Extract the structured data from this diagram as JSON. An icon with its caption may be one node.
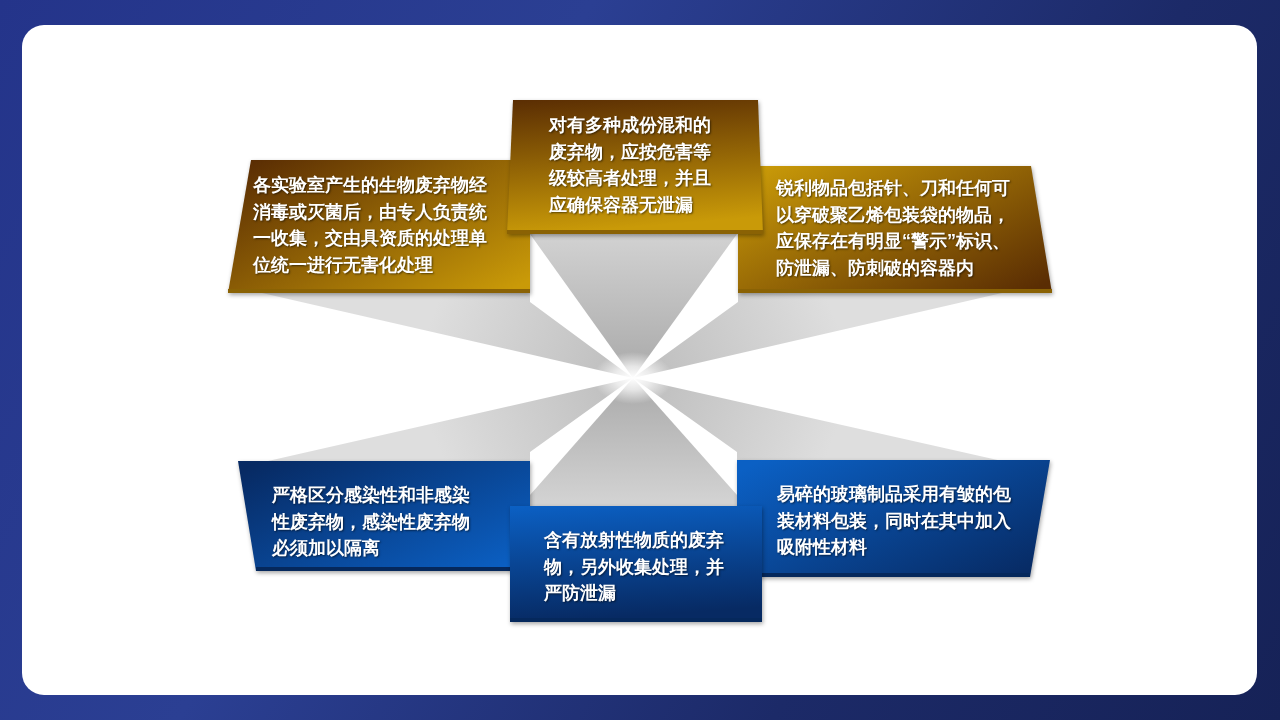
{
  "diagram": {
    "nodes": [
      {
        "text": [
          "各实验室产生的生物废弃物经消毒或灭菌后，由专人负责统一收集，交由具资质的处理单位统一进行无害化处理"
        ]
      },
      {
        "text": [
          "对有多种成份混和的废弃物，应按危害等级较高者处理，并且应确保容器无泄漏"
        ]
      },
      {
        "text": [
          "锐利物品包括针、刀和任何可以穿破聚乙烯包装袋的物品，应保存在有明显“警示”标识、防泄漏、防刺破的容器内"
        ]
      },
      {
        "text": [
          "严格区分感染性和非感染性废弃物，感染性废弃物必须加以隔离"
        ]
      },
      {
        "text": [
          "含有放射性物质的废弃物，另外收集处理，并严防泄漏"
        ]
      },
      {
        "text": [
          "易碎的玻璃制品采用有皱的包装材料包装，同时在其中加入吸附性材料"
        ]
      }
    ]
  }
}
